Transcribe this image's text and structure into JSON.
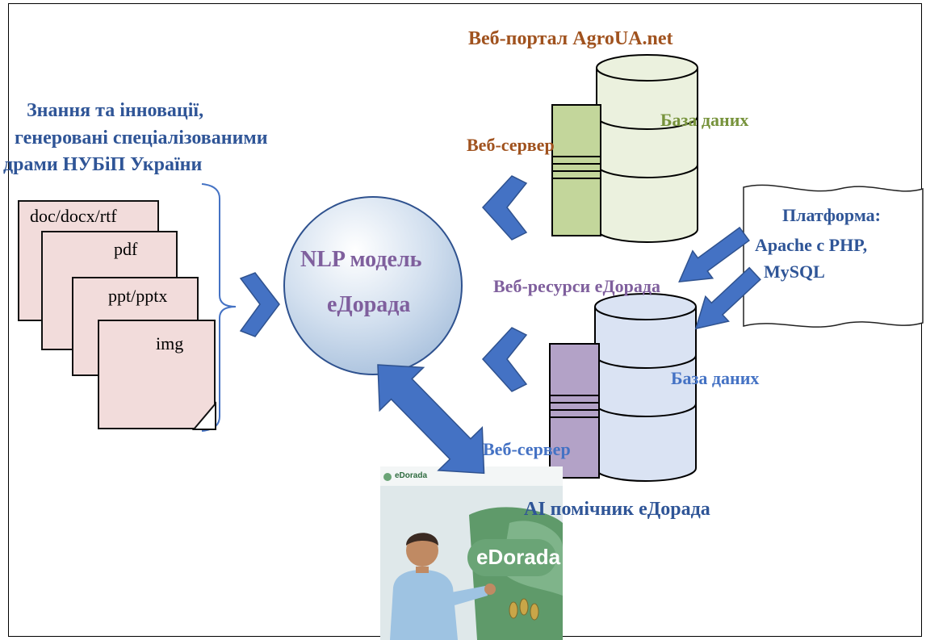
{
  "knowledge": {
    "line1": "Знання та інновації,",
    "line2": "генеровані спеціалізованими",
    "line3": "драми НУБіП України"
  },
  "documents": [
    "doc/docx/rtf",
    "pdf",
    "ppt/pptx",
    "img"
  ],
  "nlp": {
    "line1": "NLP модель",
    "line2": "еДорада"
  },
  "agroua": {
    "portal_title": "Веб-портал AgroUA.net",
    "web_server_label": "Веб-сервер",
    "db_label": "База даних"
  },
  "edorada_resources": {
    "title": "Веб-ресурси еДорада",
    "web_server_label": "Веб-сервер",
    "db_label": "База даних",
    "ai_assistant": "AI помічник еДорада"
  },
  "platform": {
    "line1": "Платформа:",
    "line2": "Apache с PHP,",
    "line3": "MySQL"
  },
  "card": {
    "logo_text": "eDorada",
    "badge_text": "eDorada"
  },
  "colors": {
    "blue_text": "#2f5597",
    "brown_text": "#a0521e",
    "green_text": "#77933c",
    "purple_text": "#7f5f9d",
    "arrow_blue": "#4472c4",
    "arrow_outline": "#2f528f",
    "doc_fill": "#f2dcdb",
    "server_green": "#c3d69b",
    "server_purple": "#b3a2c7",
    "db_green": "#ebf1de",
    "db_blue": "#dae3f3"
  }
}
